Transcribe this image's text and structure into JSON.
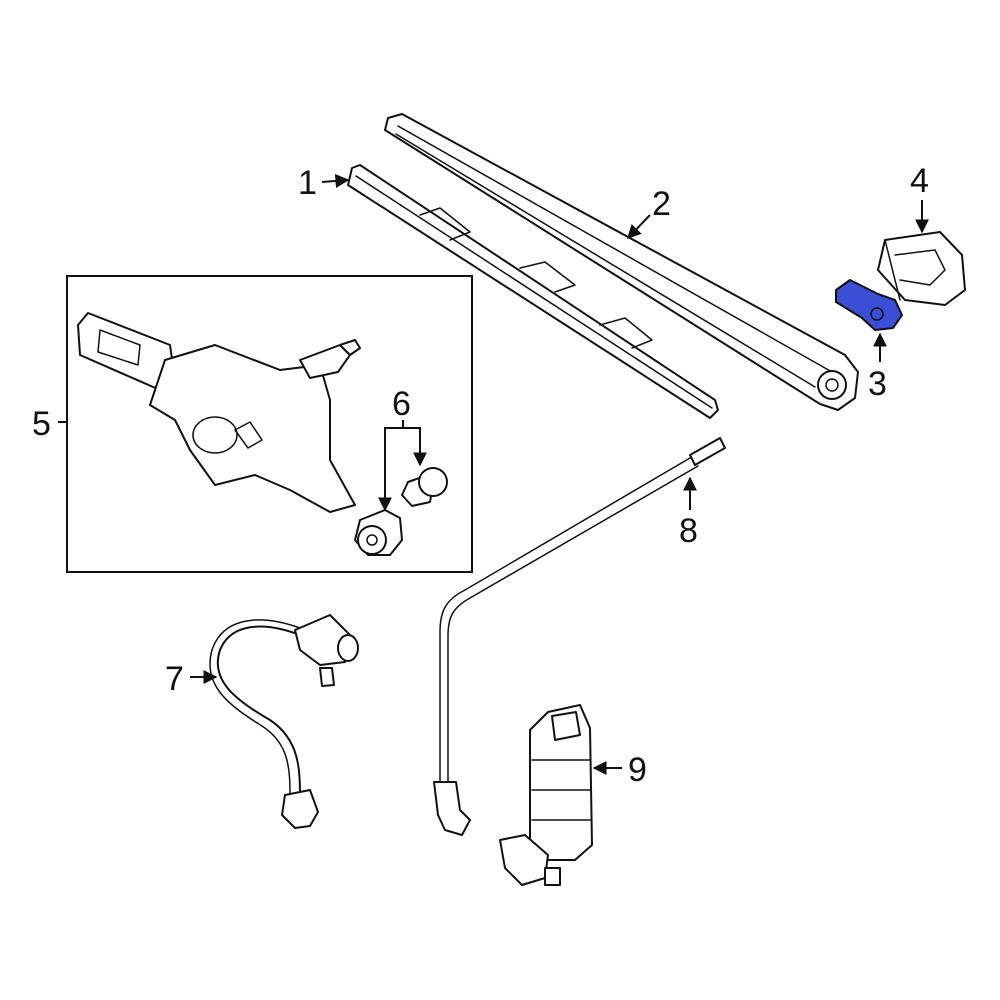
{
  "callouts": [
    {
      "id": "1",
      "label": "1"
    },
    {
      "id": "2",
      "label": "2"
    },
    {
      "id": "3",
      "label": "3"
    },
    {
      "id": "4",
      "label": "4"
    },
    {
      "id": "5",
      "label": "5"
    },
    {
      "id": "6",
      "label": "6"
    },
    {
      "id": "7",
      "label": "7"
    },
    {
      "id": "8",
      "label": "8"
    },
    {
      "id": "9",
      "label": "9"
    }
  ],
  "colors": {
    "highlight": "#3a4fd6",
    "line": "#111111",
    "background": "#ffffff"
  }
}
